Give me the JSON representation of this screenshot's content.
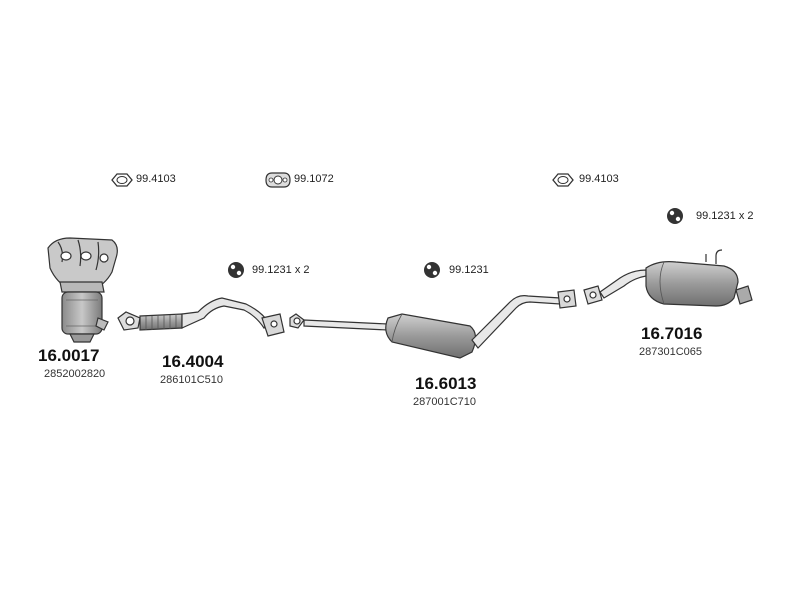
{
  "colors": {
    "stroke": "#333333",
    "fill": "#a8a8a8",
    "dark": "#6f6f6f",
    "background": "#ffffff"
  },
  "parts": [
    {
      "id": "catalytic-converter",
      "number": "16.0017",
      "oem": "2852002820"
    },
    {
      "id": "front-pipe",
      "number": "16.4004",
      "oem": "286101C510"
    },
    {
      "id": "center-muffler",
      "number": "16.6013",
      "oem": "287001C710"
    },
    {
      "id": "rear-muffler",
      "number": "16.7016",
      "oem": "287301C065"
    }
  ],
  "accessories": [
    {
      "id": "gasket-1",
      "label": "99.4103",
      "icon": "gasket-ring-icon"
    },
    {
      "id": "gasket-2",
      "label": "99.1072",
      "icon": "gasket-flange-icon"
    },
    {
      "id": "gasket-3",
      "label": "99.4103",
      "icon": "gasket-ring-icon"
    },
    {
      "id": "hanger-1",
      "label": "99.1231 x 2",
      "icon": "rubber-hanger-icon"
    },
    {
      "id": "hanger-2",
      "label": "99.1231",
      "icon": "rubber-hanger-icon"
    },
    {
      "id": "hanger-3",
      "label": "99.1231 x 2",
      "icon": "rubber-hanger-icon"
    }
  ]
}
